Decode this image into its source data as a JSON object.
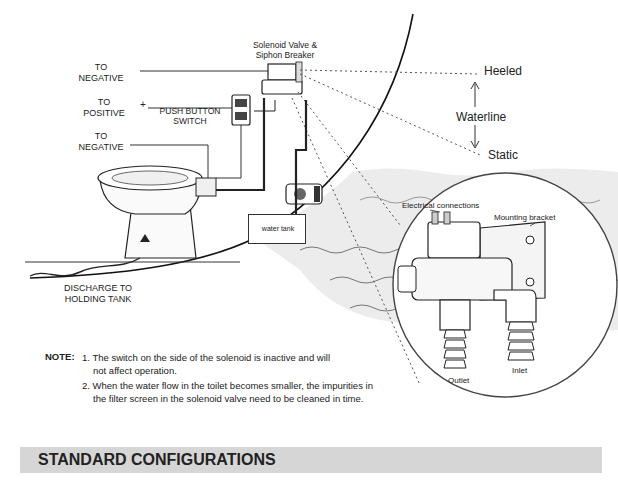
{
  "diagram": {
    "title": "STANDARD CONFIGURATIONS",
    "nodes": [
      {
        "text": [
          "Solenoid Valve & Siphon Breaker"
        ]
      },
      {
        "text": [
          "PUSH BUTTON SWITCH"
        ]
      },
      {
        "text": [
          "water tank"
        ]
      }
    ],
    "edges": [
      {
        "from": 1,
        "to": 0,
        "arrow": "none"
      },
      {
        "from": 2,
        "to": 0,
        "arrow": "none"
      }
    ],
    "labels": [
      "TO NEGATIVE",
      "TO POSITIVE",
      "+",
      "TO NEGATIVE",
      "Heeled",
      "Waterline",
      "Static",
      "Electrical connections",
      "Mounting bracket",
      "Outlet",
      "Inlet",
      "DISCHARGE TO HOLDING TANK",
      "NOTE:",
      "1. The switch on the side of the solenoid is inactive and will not affect operation.",
      "2. When the water flow in the toilet becomes smaller, the impurities in the filter screen in the solenoid valve need to be cleaned in time."
    ]
  }
}
